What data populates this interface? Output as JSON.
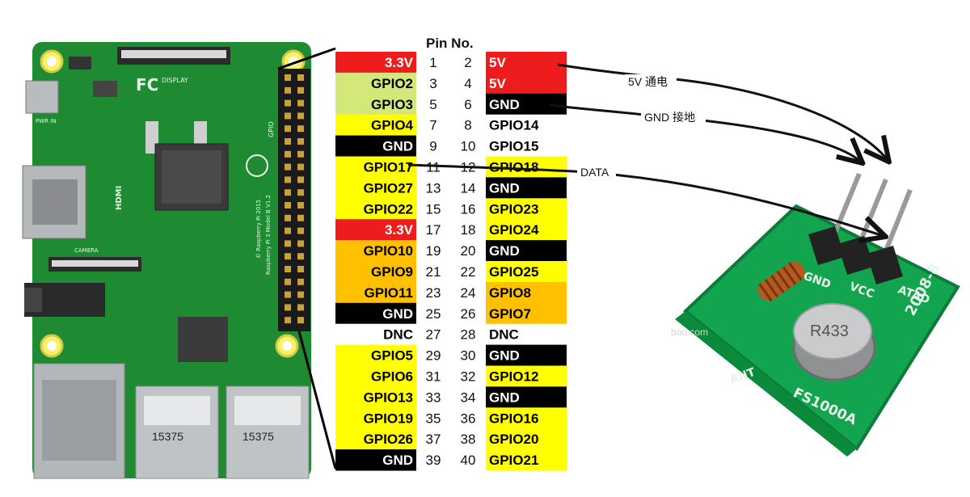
{
  "header": {
    "pin_no": "Pin No."
  },
  "colors": {
    "red": "#ee1c1c",
    "yellow": "#ffff00",
    "lightgreen": "#d4e87a",
    "orange": "#ffc000",
    "black": "#000000",
    "white": "#ffffff",
    "pcb_green": "#1e8a32",
    "module_green": "#12a44e"
  },
  "pins": [
    {
      "l": "3.3V",
      "lc": "red",
      "n1": "1",
      "n2": "2",
      "r": "5V",
      "rc": "red"
    },
    {
      "l": "GPIO2",
      "lc": "lightgreen",
      "n1": "3",
      "n2": "4",
      "r": "5V",
      "rc": "red"
    },
    {
      "l": "GPIO3",
      "lc": "lightgreen",
      "n1": "5",
      "n2": "6",
      "r": "GND",
      "rc": "black"
    },
    {
      "l": "GPIO4",
      "lc": "yellow",
      "n1": "7",
      "n2": "8",
      "r": "GPIO14",
      "rc": "white"
    },
    {
      "l": "GND",
      "lc": "black",
      "n1": "9",
      "n2": "10",
      "r": "GPIO15",
      "rc": "white"
    },
    {
      "l": "GPIO17",
      "lc": "yellow",
      "n1": "11",
      "n2": "12",
      "r": "GPIO18",
      "rc": "yellow"
    },
    {
      "l": "GPIO27",
      "lc": "yellow",
      "n1": "13",
      "n2": "14",
      "r": "GND",
      "rc": "black"
    },
    {
      "l": "GPIO22",
      "lc": "yellow",
      "n1": "15",
      "n2": "16",
      "r": "GPIO23",
      "rc": "yellow"
    },
    {
      "l": "3.3V",
      "lc": "red",
      "n1": "17",
      "n2": "18",
      "r": "GPIO24",
      "rc": "yellow"
    },
    {
      "l": "GPIO10",
      "lc": "orange",
      "n1": "19",
      "n2": "20",
      "r": "GND",
      "rc": "black"
    },
    {
      "l": "GPIO9",
      "lc": "orange",
      "n1": "21",
      "n2": "22",
      "r": "GPIO25",
      "rc": "yellow"
    },
    {
      "l": "GPIO11",
      "lc": "orange",
      "n1": "23",
      "n2": "24",
      "r": "GPIO8",
      "rc": "orange"
    },
    {
      "l": "GND",
      "lc": "black",
      "n1": "25",
      "n2": "26",
      "r": "GPIO7",
      "rc": "orange"
    },
    {
      "l": "DNC",
      "lc": "white",
      "n1": "27",
      "n2": "28",
      "r": "DNC",
      "rc": "white"
    },
    {
      "l": "GPIO5",
      "lc": "yellow",
      "n1": "29",
      "n2": "30",
      "r": "GND",
      "rc": "black"
    },
    {
      "l": "GPIO6",
      "lc": "yellow",
      "n1": "31",
      "n2": "32",
      "r": "GPIO12",
      "rc": "yellow"
    },
    {
      "l": "GPIO13",
      "lc": "yellow",
      "n1": "33",
      "n2": "34",
      "r": "GND",
      "rc": "black"
    },
    {
      "l": "GPIO19",
      "lc": "yellow",
      "n1": "35",
      "n2": "36",
      "r": "GPIO16",
      "rc": "yellow"
    },
    {
      "l": "GPIO26",
      "lc": "yellow",
      "n1": "37",
      "n2": "38",
      "r": "GPIO20",
      "rc": "yellow"
    },
    {
      "l": "GND",
      "lc": "black",
      "n1": "39",
      "n2": "40",
      "r": "GPIO21",
      "rc": "yellow"
    }
  ],
  "annotations": {
    "vcc_5v": "5V 通电",
    "gnd": "GND 接地",
    "data": "DATA"
  },
  "raspberry_pi": {
    "board_text": "Raspberry Pi 3 Model B V1.2",
    "copyright": "© Raspberry Pi 2015",
    "hdmi": "HDMI",
    "display": "DISPLAY",
    "camera": "CAMERA",
    "pwr_in": "PWR IN",
    "gpio": "GPIO",
    "usb_chip_1": "15375",
    "usb_chip_2": "15375",
    "fcc": "FC"
  },
  "module": {
    "crystal": "R433",
    "model": "FS1000A",
    "year": "2008-8",
    "pin_gnd": "GND",
    "pin_vcc": "VCC",
    "pin_data": "ATAD",
    "ant": "ANT",
    "watermark": "bao.com"
  }
}
